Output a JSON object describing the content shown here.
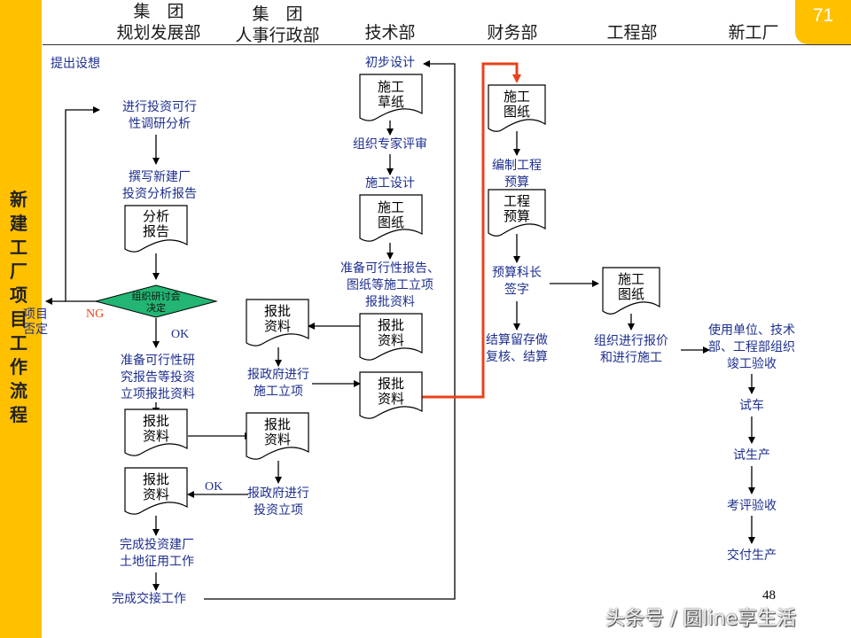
{
  "slide": {
    "page_badge": "71",
    "page_number": "48",
    "sidebar_title": [
      "新",
      "建",
      "工",
      "厂",
      "项",
      "目",
      "工",
      "作",
      "流",
      "程"
    ],
    "watermark": "头条号 / 圆line享生活"
  },
  "departments": [
    {
      "line1": "集　团",
      "line2": "规划发展部"
    },
    {
      "line1": "集　团",
      "line2": "人事行政部"
    },
    {
      "line1": "",
      "line2": "技术部"
    },
    {
      "line1": "",
      "line2": "财务部"
    },
    {
      "line1": "",
      "line2": "工程部"
    },
    {
      "line1": "",
      "line2": "新工厂"
    }
  ],
  "steps": {
    "propose_idea": "提出设想",
    "feasibility_study": [
      "进行投资可行",
      "性调研分析"
    ],
    "write_report": [
      "撰写新建厂",
      "投资分析报告"
    ],
    "decision": [
      "组织研讨会",
      "决定"
    ],
    "ng_label": "NG",
    "ok_label_1": "OK",
    "project_veto": [
      "项目",
      "否定"
    ],
    "prepare_feasibility": [
      "准备可行性研",
      "究报告等投资",
      "立项报批资料"
    ],
    "ok_label_2": "OK",
    "complete_land": [
      "完成投资建厂",
      "土地征用工作"
    ],
    "complete_handover": "完成交接工作",
    "gov_construction_approval": [
      "报政府进行",
      "施工立项"
    ],
    "gov_investment_approval": [
      "报政府进行",
      "投资立项"
    ],
    "preliminary_design": "初步设计",
    "expert_review": "组织专家评审",
    "construction_design": "施工设计",
    "prepare_construction_docs": [
      "准备可行性报告、",
      "图纸等施工立项",
      "报批资料"
    ],
    "prepare_budget": [
      "编制工程",
      "预算"
    ],
    "budget_sign": [
      "预算科长",
      "签字"
    ],
    "settlement": [
      "结算留存做",
      "复核、结算"
    ],
    "tender_construct": [
      "组织进行报价",
      "和进行施工"
    ],
    "acceptance": [
      "使用单位、技术",
      "部、工程部组织",
      "竣工验收"
    ],
    "trial_run": "试车",
    "trial_production": "试生产",
    "evaluation": "考评验收",
    "delivery": "交付生产"
  },
  "documents": {
    "analysis_report": [
      "分析",
      "报告"
    ],
    "construction_draft": [
      "施工",
      "草纸"
    ],
    "construction_drawing_tech": [
      "施工",
      "图纸"
    ],
    "construction_drawing_fin": [
      "施工",
      "图纸"
    ],
    "project_budget": [
      "工程",
      "预算"
    ],
    "construction_drawing_eng": [
      "施工",
      "图纸"
    ],
    "approval_docs": [
      "报批",
      "资料"
    ]
  },
  "colors": {
    "sidebar": "#FFC000",
    "text_blue": "#1e2f8f",
    "decision_fill": "#22B573",
    "highlight_arrow": "#E8421A",
    "ng_red": "#E8421A"
  }
}
